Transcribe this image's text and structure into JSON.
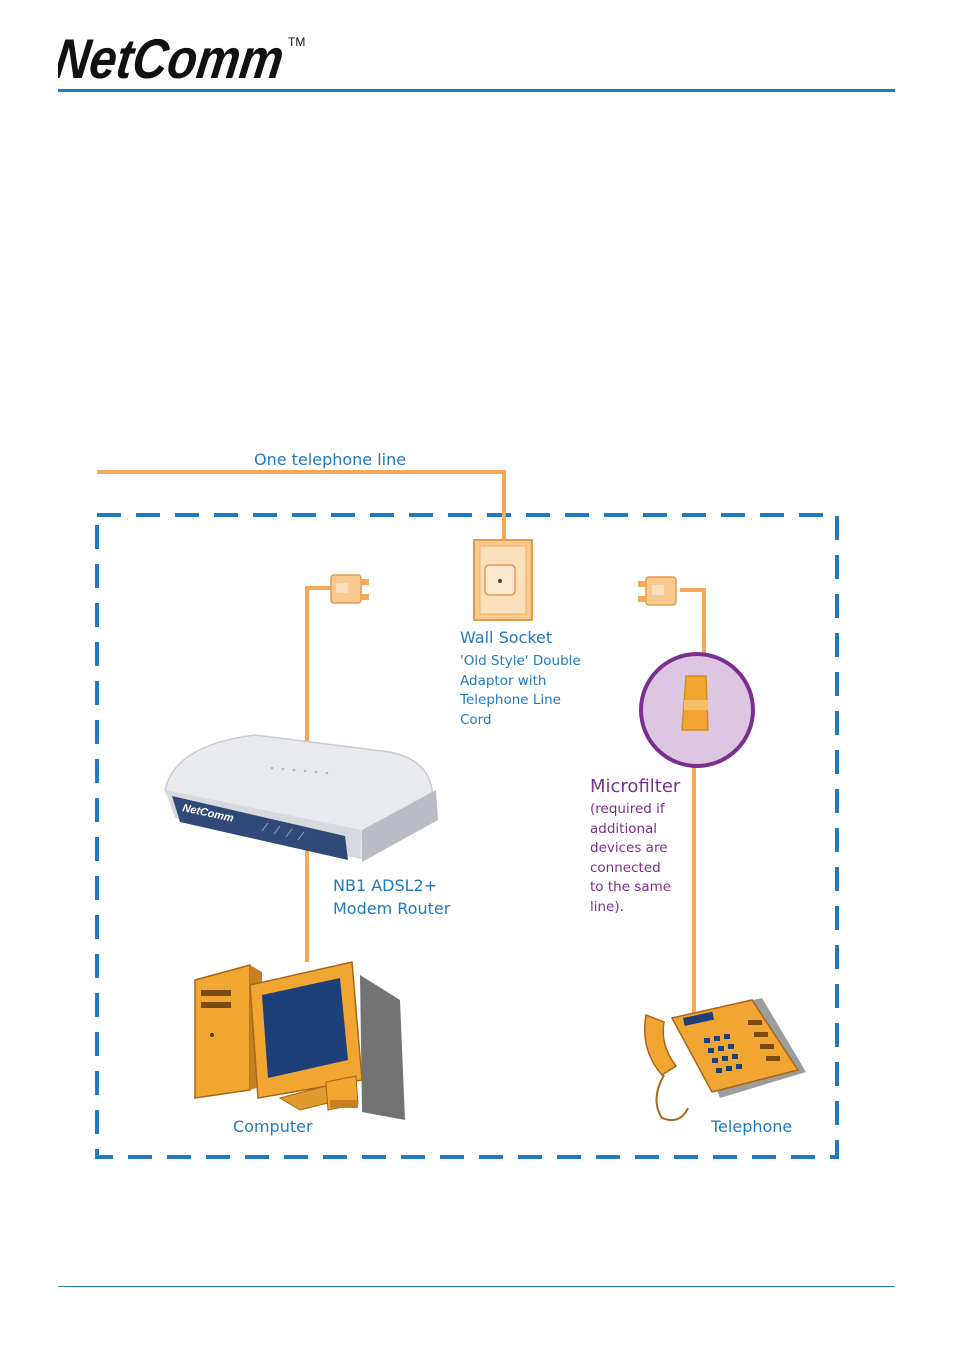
{
  "header": {
    "brand": "NetComm",
    "trademark": "TM"
  },
  "diagram": {
    "line_label": "One telephone line",
    "wall_socket": {
      "title": "Wall Socket",
      "note_lines": [
        "'Old Style'  Double",
        "Adaptor with",
        "Telephone Line",
        "Cord"
      ]
    },
    "microfilter": {
      "title": "Microfilter",
      "note_lines": [
        "(required if",
        "additional",
        "devices are",
        "connected",
        "to the same",
        "line)."
      ]
    },
    "router": {
      "lines": [
        "NB1 ADSL2+",
        "Modem Router"
      ],
      "device_brand": "NetComm"
    },
    "computer": {
      "label": "Computer"
    },
    "telephone": {
      "label": "Telephone"
    }
  },
  "colors": {
    "accent_blue": "#1f7ac0",
    "cable_orange": "#f6a757",
    "microfilter_purple": "#7b2f8e",
    "microfilter_fill": "#ddc6e2",
    "device_gold": "#f2a632"
  },
  "icons": [
    "wall-socket-icon",
    "phone-plug-icon",
    "microfilter-icon",
    "modem-router-icon",
    "computer-icon",
    "telephone-icon"
  ]
}
